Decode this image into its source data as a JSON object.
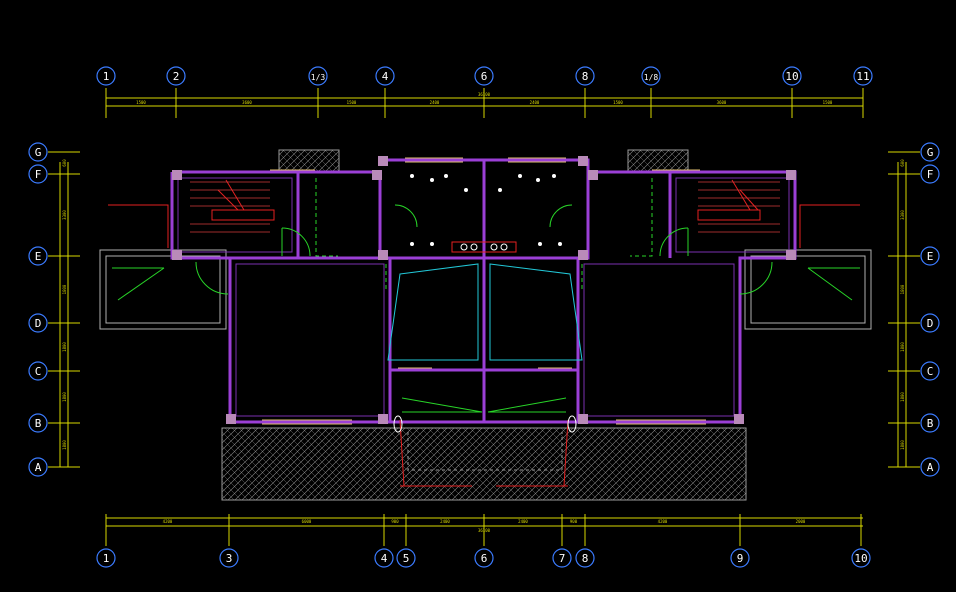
{
  "colors": {
    "background": "#000000",
    "axis": "#3b7bff",
    "dimension": "#d9d900",
    "wall": "#9b3fd6",
    "column": "#b98ab9",
    "window": "#e0c070",
    "door": "#28d428",
    "stair": "#e52020",
    "fixture": "#22c8d8",
    "hatch": "#9a9a9a",
    "text": "#ffffff"
  },
  "axes": {
    "top": [
      "1",
      "2",
      "1/3",
      "4",
      "6",
      "8",
      "1/8",
      "10",
      "11"
    ],
    "bottom": [
      "1",
      "3",
      "4",
      "5",
      "6",
      "7",
      "8",
      "9",
      "10"
    ],
    "left": [
      "G",
      "F",
      "E",
      "D",
      "C",
      "B",
      "A"
    ],
    "right": [
      "G",
      "F",
      "E",
      "D",
      "C",
      "B",
      "A"
    ]
  },
  "dimensions": {
    "top_segments": [
      "1500",
      "3600",
      "1500",
      "2400",
      "2400",
      "1500",
      "3600",
      "1500"
    ],
    "top_total": "36100",
    "bottom_segments": [
      "4200",
      "6000",
      "900",
      "2400",
      "2400",
      "900",
      "4200",
      "2000"
    ],
    "bottom_total": "36100",
    "left_segments": [
      "600",
      "3300",
      "1800",
      "1800",
      "1800",
      "1800"
    ],
    "right_segments": [
      "600",
      "3300",
      "1800",
      "1800",
      "1800",
      "1800"
    ]
  }
}
